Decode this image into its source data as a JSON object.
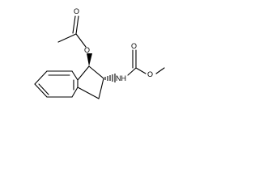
{
  "molecule": {
    "atoms": {
      "o_ester": "O",
      "o_carbonyl_acetyl": "O",
      "n_amide": "NH",
      "o_carbonyl_carbamate": "O",
      "o_methoxy": "O"
    }
  }
}
